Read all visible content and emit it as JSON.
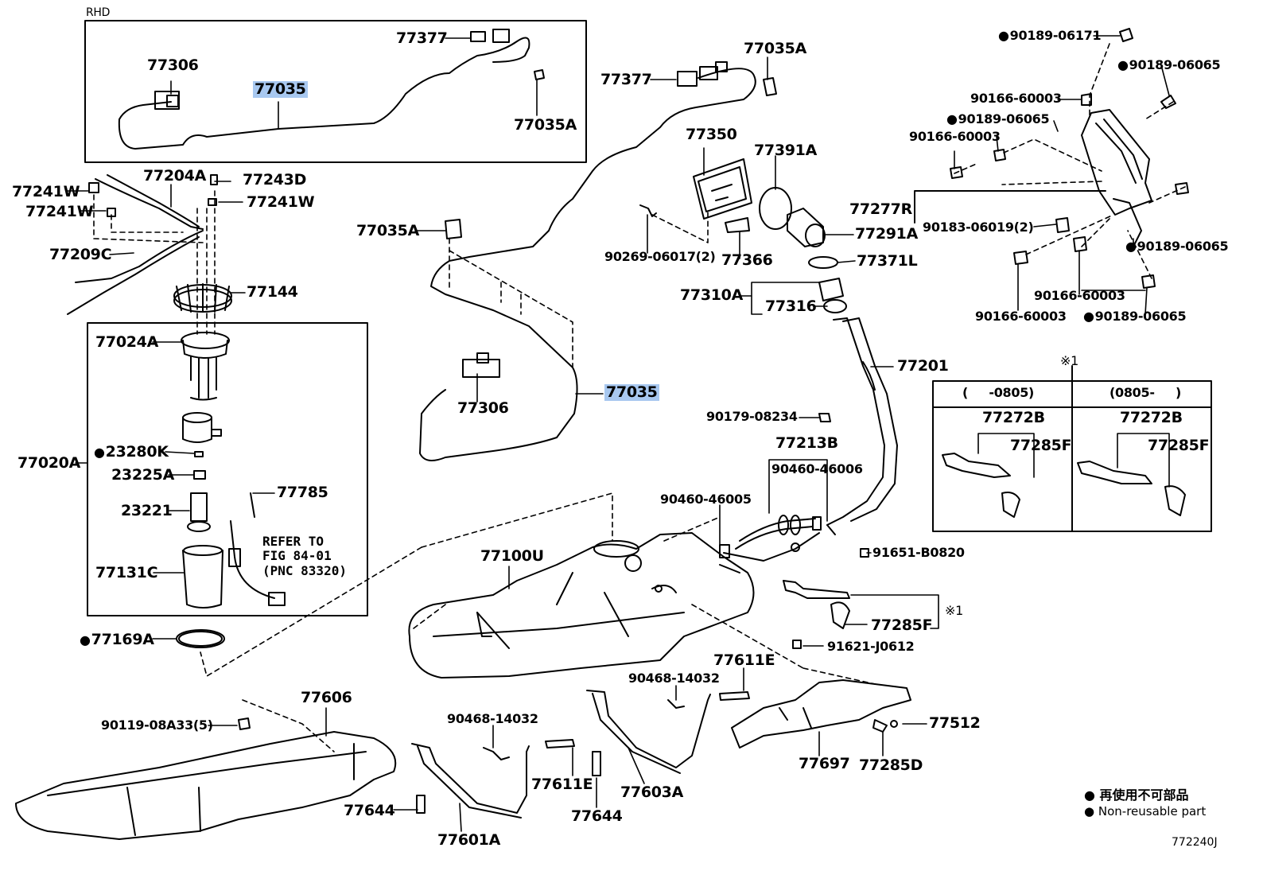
{
  "regionLabel": "RHD",
  "diagramId": "772240J",
  "asterisk": "※1",
  "inset": {
    "col1": "(     -0805)",
    "col2": "(0805-     )",
    "partA": "77272B",
    "partB": "77285F"
  },
  "note": [
    "REFER TO",
    "FIG 84-01",
    "(PNC 83320)"
  ],
  "legend": {
    "jp": "再使用不可部品",
    "en": "Non-reusable part"
  },
  "parts": [
    {
      "id": "p1",
      "text": "77377"
    },
    {
      "id": "p2",
      "text": "77306"
    },
    {
      "id": "p3",
      "text": "77035",
      "hl": true
    },
    {
      "id": "p4",
      "text": "77035A"
    },
    {
      "id": "p5",
      "text": "77241W"
    },
    {
      "id": "p6",
      "text": "77204A"
    },
    {
      "id": "p7",
      "text": "77243D"
    },
    {
      "id": "p8",
      "text": "77241W"
    },
    {
      "id": "p9",
      "text": "77241W"
    },
    {
      "id": "p10",
      "text": "77209C"
    },
    {
      "id": "p11",
      "text": "77144"
    },
    {
      "id": "p12",
      "text": "77024A"
    },
    {
      "id": "p13",
      "text": "77020A"
    },
    {
      "id": "p14",
      "text": "23280K",
      "dot": true
    },
    {
      "id": "p15",
      "text": "23225A"
    },
    {
      "id": "p16",
      "text": "23221"
    },
    {
      "id": "p17",
      "text": "77785"
    },
    {
      "id": "p18",
      "text": "77131C"
    },
    {
      "id": "p19",
      "text": "77169A",
      "dot": true
    },
    {
      "id": "p20",
      "text": "77377"
    },
    {
      "id": "p21",
      "text": "77035A"
    },
    {
      "id": "p22",
      "text": "77035A"
    },
    {
      "id": "p23",
      "text": "77306"
    },
    {
      "id": "p24",
      "text": "77035",
      "hl": true
    },
    {
      "id": "p25",
      "text": "77350"
    },
    {
      "id": "p26",
      "text": "77391A"
    },
    {
      "id": "p27",
      "text": "90269-06017(2)",
      "sm": true
    },
    {
      "id": "p28",
      "text": "77366"
    },
    {
      "id": "p29",
      "text": "77291A"
    },
    {
      "id": "p30",
      "text": "77371L"
    },
    {
      "id": "p31",
      "text": "77310A"
    },
    {
      "id": "p32",
      "text": "77316"
    },
    {
      "id": "p33",
      "text": "77201"
    },
    {
      "id": "p34",
      "text": "90179-08234",
      "sm": true
    },
    {
      "id": "p35",
      "text": "77213B"
    },
    {
      "id": "p36",
      "text": "90460-46006",
      "sm": true
    },
    {
      "id": "p37",
      "text": "90460-46005",
      "sm": true
    },
    {
      "id": "p38",
      "text": "91651-B0820",
      "sm": true
    },
    {
      "id": "p39",
      "text": "77100U"
    },
    {
      "id": "p40",
      "text": "77285F"
    },
    {
      "id": "p41",
      "text": "91621-J0612",
      "sm": true
    },
    {
      "id": "p42",
      "text": "77611E"
    },
    {
      "id": "p43",
      "text": "90468-14032",
      "sm": true
    },
    {
      "id": "p44",
      "text": "77512"
    },
    {
      "id": "p45",
      "text": "77697"
    },
    {
      "id": "p46",
      "text": "77285D"
    },
    {
      "id": "p47",
      "text": "77606"
    },
    {
      "id": "p48",
      "text": "90119-08A33(5)",
      "sm": true
    },
    {
      "id": "p49",
      "text": "90468-14032",
      "sm": true
    },
    {
      "id": "p50",
      "text": "77611E"
    },
    {
      "id": "p51",
      "text": "77644"
    },
    {
      "id": "p52",
      "text": "77644"
    },
    {
      "id": "p53",
      "text": "77603A"
    },
    {
      "id": "p54",
      "text": "77601A"
    },
    {
      "id": "p55",
      "text": "90189-06171",
      "sm": true,
      "dot": true
    },
    {
      "id": "p56",
      "text": "90189-06065",
      "sm": true,
      "dot": true
    },
    {
      "id": "p57",
      "text": "90166-60003",
      "sm": true
    },
    {
      "id": "p58",
      "text": "90189-06065",
      "sm": true,
      "dot": true
    },
    {
      "id": "p59",
      "text": "90166-60003",
      "sm": true
    },
    {
      "id": "p60",
      "text": "77277R"
    },
    {
      "id": "p61",
      "text": "90183-06019(2)",
      "sm": true
    },
    {
      "id": "p62",
      "text": "90189-06065",
      "sm": true,
      "dot": true
    },
    {
      "id": "p63",
      "text": "90166-60003",
      "sm": true
    },
    {
      "id": "p64",
      "text": "90166-60003",
      "sm": true
    },
    {
      "id": "p65",
      "text": "90189-06065",
      "sm": true,
      "dot": true
    }
  ]
}
